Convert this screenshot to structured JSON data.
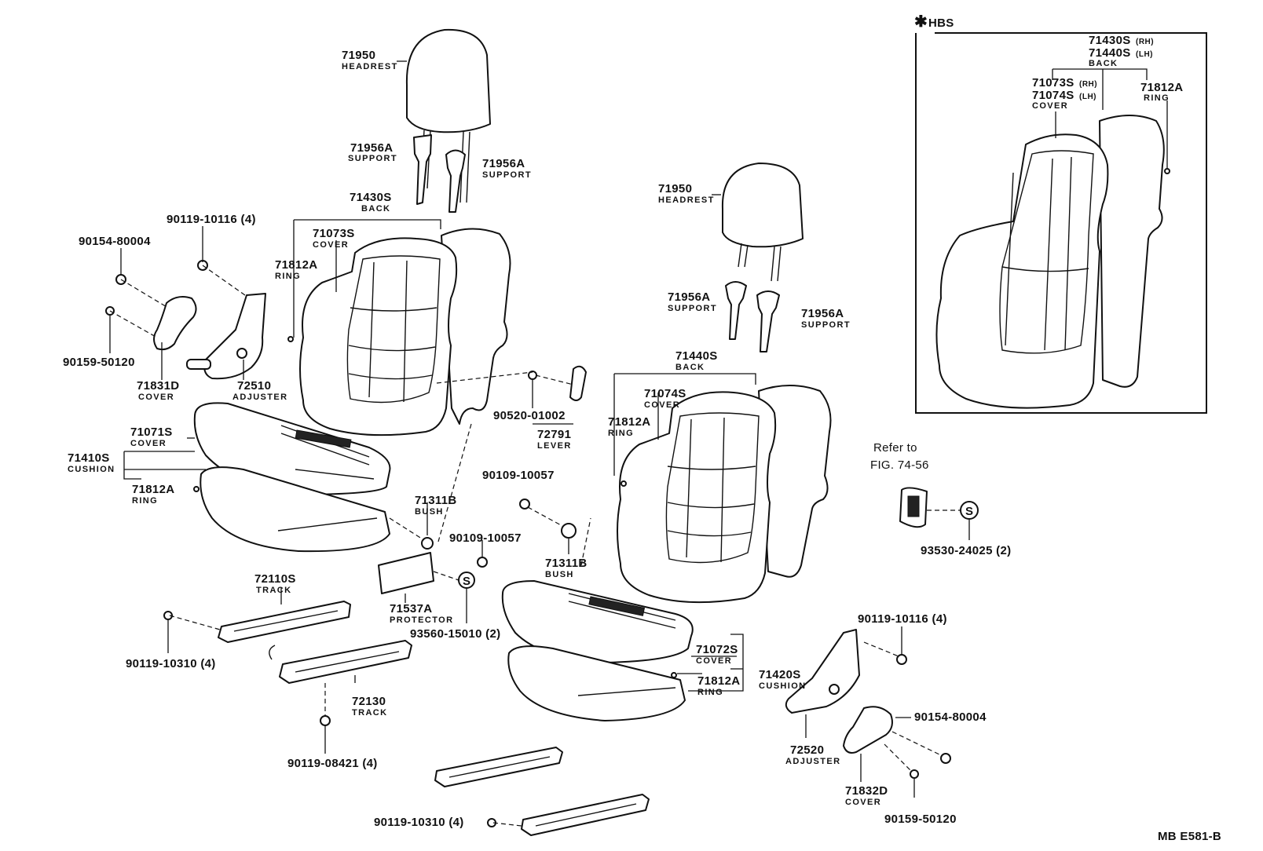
{
  "labels": {
    "a1": {
      "num": "71950",
      "name": "HEADREST"
    },
    "a2": {
      "num": "71956A",
      "name": "SUPPORT"
    },
    "a3": {
      "num": "71956A",
      "name": "SUPPORT"
    },
    "a4": {
      "num": "71430S",
      "name": "BACK"
    },
    "a5": {
      "num": "71073S",
      "name": "COVER"
    },
    "a6": {
      "num": "71812A",
      "name": "RING"
    },
    "a7": {
      "num": "90119-10116 (4)"
    },
    "a8": {
      "num": "90154-80004"
    },
    "a9": {
      "num": "90159-50120"
    },
    "a10": {
      "num": "71831D",
      "name": "COVER"
    },
    "a11": {
      "num": "72510",
      "name": "ADJUSTER"
    },
    "a12": {
      "num": "90520-01002"
    },
    "a13": {
      "num": "72791",
      "name": "LEVER"
    },
    "a14": {
      "num": "71071S",
      "name": "COVER"
    },
    "a15": {
      "num": "71410S",
      "name": "CUSHION"
    },
    "a16": {
      "num": "71812A",
      "name": "RING"
    },
    "a17": {
      "num": "71311B",
      "name": "BUSH"
    },
    "a18": {
      "num": "90109-10057"
    },
    "a19": {
      "num": "72110S",
      "name": "TRACK"
    },
    "a20": {
      "num": "71537A",
      "name": "PROTECTOR"
    },
    "a21": {
      "num": "93560-15010 (2)"
    },
    "a22": {
      "num": "90119-10310 (4)"
    },
    "a23": {
      "num": "72130",
      "name": "TRACK"
    },
    "a24": {
      "num": "90119-08421 (4)"
    },
    "b1": {
      "num": "71950",
      "name": "HEADREST"
    },
    "b2": {
      "num": "71956A",
      "name": "SUPPORT"
    },
    "b3": {
      "num": "71956A",
      "name": "SUPPORT"
    },
    "b4": {
      "num": "71440S",
      "name": "BACK"
    },
    "b5": {
      "num": "71074S",
      "name": "COVER"
    },
    "b6": {
      "num": "71812A",
      "name": "RING"
    },
    "b7": {
      "num": "90109-10057"
    },
    "b8": {
      "num": "71311B",
      "name": "BUSH"
    },
    "b9": {
      "num": "71072S",
      "name": "COVER"
    },
    "b10": {
      "num": "71420S",
      "name": "CUSHION"
    },
    "b11": {
      "num": "71812A",
      "name": "RING"
    },
    "b12": {
      "num": "90119-10116 (4)"
    },
    "b13": {
      "num": "72520",
      "name": "ADJUSTER"
    },
    "b14": {
      "num": "90154-80004"
    },
    "b15": {
      "num": "71832D",
      "name": "COVER"
    },
    "b16": {
      "num": "90159-50120"
    },
    "b17": {
      "num": "90119-10310 (4)"
    },
    "c1": {
      "num": "93530-24025 (2)"
    },
    "c2": {
      "line1": "Refer to",
      "line2": "FIG. 74-56"
    },
    "c3": {
      "glyph": "S"
    },
    "c4": {
      "glyph": "S"
    }
  },
  "inset": {
    "title": "HBS",
    "back_rh": "71430S",
    "back_rh_suffix": "(RH)",
    "back_lh": "71440S",
    "back_lh_suffix": "(LH)",
    "back_name": "BACK",
    "cover_rh": "71073S",
    "cover_rh_suffix": "(RH)",
    "cover_lh": "71074S",
    "cover_lh_suffix": "(LH)",
    "cover_name": "COVER",
    "ring_num": "71812A",
    "ring_name": "RING"
  },
  "figure_code": "MB E581-B"
}
